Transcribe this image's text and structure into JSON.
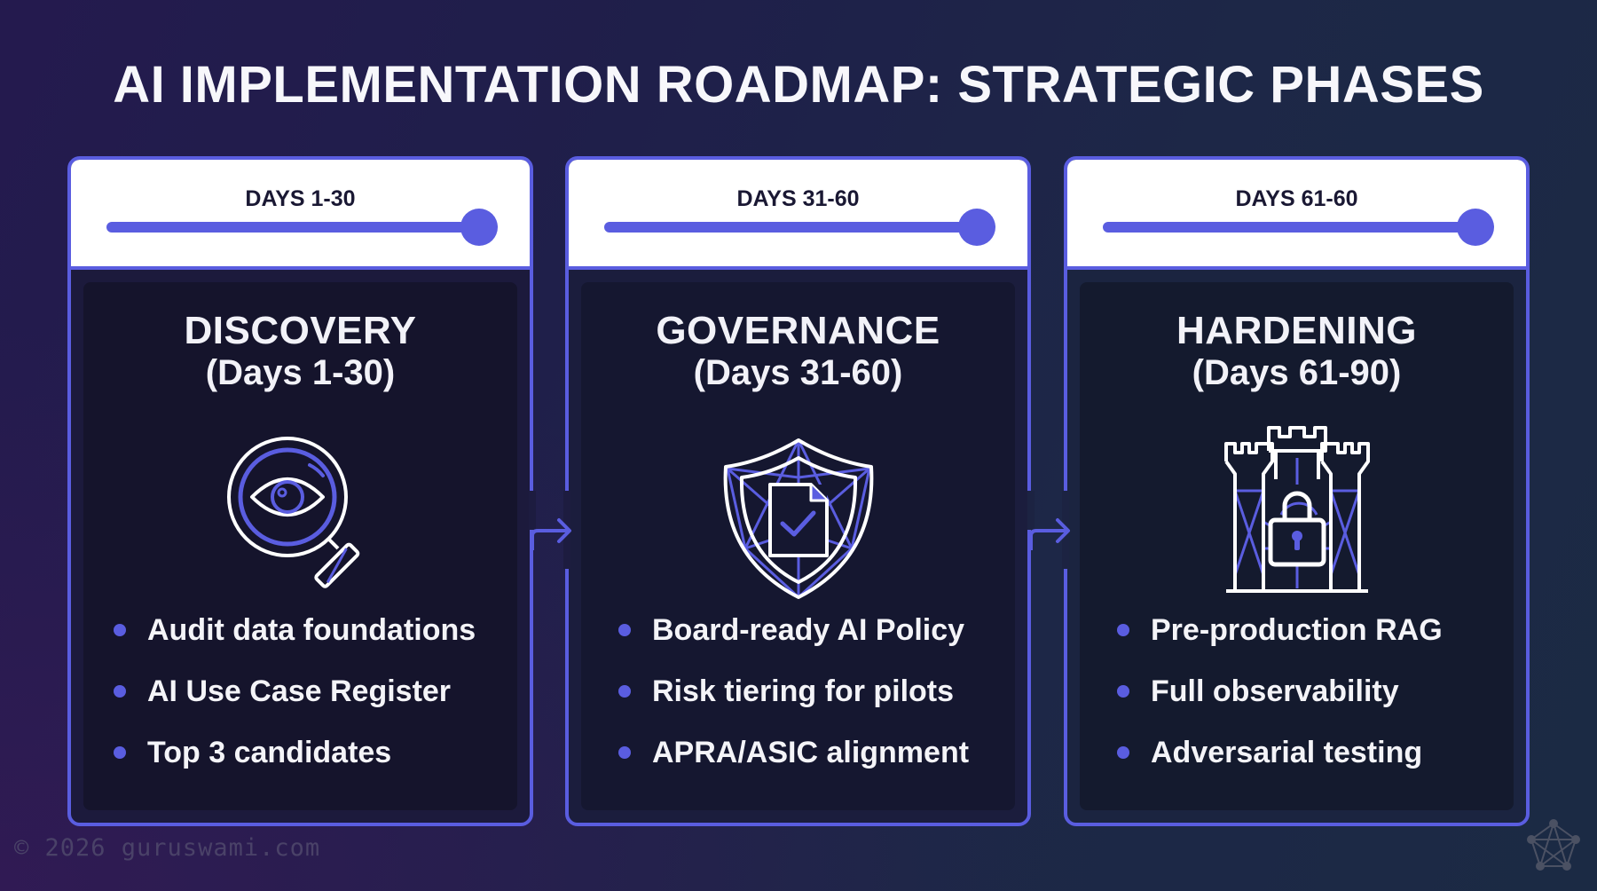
{
  "title": "AI IMPLEMENTATION ROADMAP: STRATEGIC PHASES",
  "colors": {
    "accent": "#5a5de0",
    "header_bg": "#ffffff",
    "text_light": "#f4f4f8",
    "text_dark": "#1a1833"
  },
  "phases": [
    {
      "days_label": "DAYS 1-30",
      "progress_percent": 100,
      "name": "DISCOVERY",
      "days": "(Days 1-30)",
      "icon": "magnifier-eye-icon",
      "bullets": [
        "Audit data foundations",
        "AI Use Case Register",
        "Top 3 candidates"
      ]
    },
    {
      "days_label": "DAYS 31-60",
      "progress_percent": 100,
      "name": "GOVERNANCE",
      "days": "(Days 31-60)",
      "icon": "shield-document-check-icon",
      "bullets": [
        "Board-ready AI Policy",
        "Risk tiering for pilots",
        "APRA/ASIC alignment"
      ]
    },
    {
      "days_label": "DAYS 61-60",
      "progress_percent": 100,
      "name": "HARDENING",
      "days": "(Days 61-90)",
      "icon": "castle-lock-icon",
      "bullets": [
        "Pre-production RAG",
        "Full observability",
        "Adversarial testing"
      ]
    }
  ],
  "connectors": [
    "arrow-right-icon",
    "arrow-right-icon"
  ],
  "footer": {
    "watermark": "© 2026 guruswami.com",
    "logo": "pentagram-network-icon"
  }
}
